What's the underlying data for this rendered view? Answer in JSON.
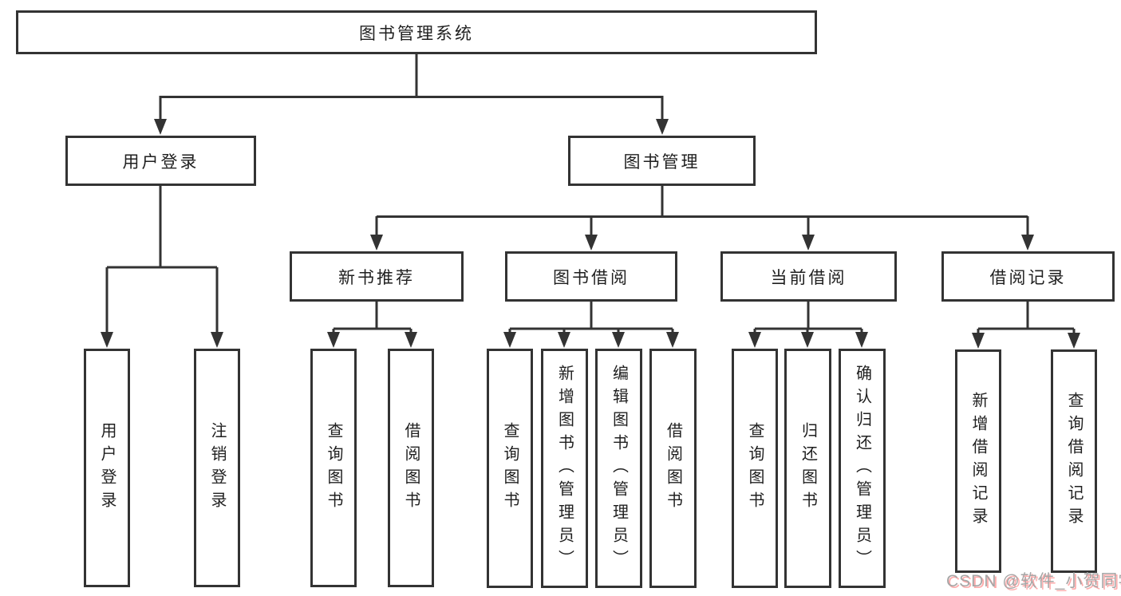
{
  "diagram": {
    "tree": {
      "root": {
        "label": "图书管理系统"
      },
      "branches": [
        {
          "label": "用户登录",
          "children": [
            {
              "label": "用户登录"
            },
            {
              "label": "注销登录"
            }
          ]
        },
        {
          "label": "图书管理",
          "children": [
            {
              "label": "新书推荐",
              "children": [
                {
                  "label": "查询图书"
                },
                {
                  "label": "借阅图书"
                }
              ]
            },
            {
              "label": "图书借阅",
              "children": [
                {
                  "label": "查询图书"
                },
                {
                  "label": "新增图书（管理员）"
                },
                {
                  "label": "编辑图书（管理员）"
                },
                {
                  "label": "借阅图书"
                }
              ]
            },
            {
              "label": "当前借阅",
              "children": [
                {
                  "label": "查询图书"
                },
                {
                  "label": "归还图书"
                },
                {
                  "label": "确认归还（管理员）"
                }
              ]
            },
            {
              "label": "借阅记录",
              "children": [
                {
                  "label": "新增借阅记录"
                },
                {
                  "label": "查询借阅记录"
                }
              ]
            }
          ]
        }
      ]
    }
  },
  "watermark": {
    "text": "CSDN @软件_小贺同学"
  },
  "colors": {
    "background": "#ffffff",
    "box_border": "#333333",
    "line": "#333333",
    "text": "#1f1f1f",
    "watermark_text": "#a6a6a6",
    "watermark_shadow": "#ffabab"
  }
}
